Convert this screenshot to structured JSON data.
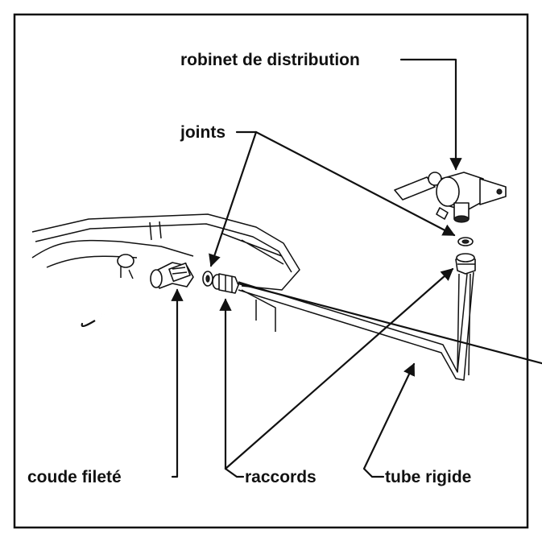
{
  "labels": {
    "robinet": "robinet de distribution",
    "joints": "joints",
    "coude": "coude fileté",
    "raccords": "raccords",
    "tube": "tube rigide"
  },
  "colors": {
    "ink": "#111111",
    "background": "#ffffff"
  }
}
